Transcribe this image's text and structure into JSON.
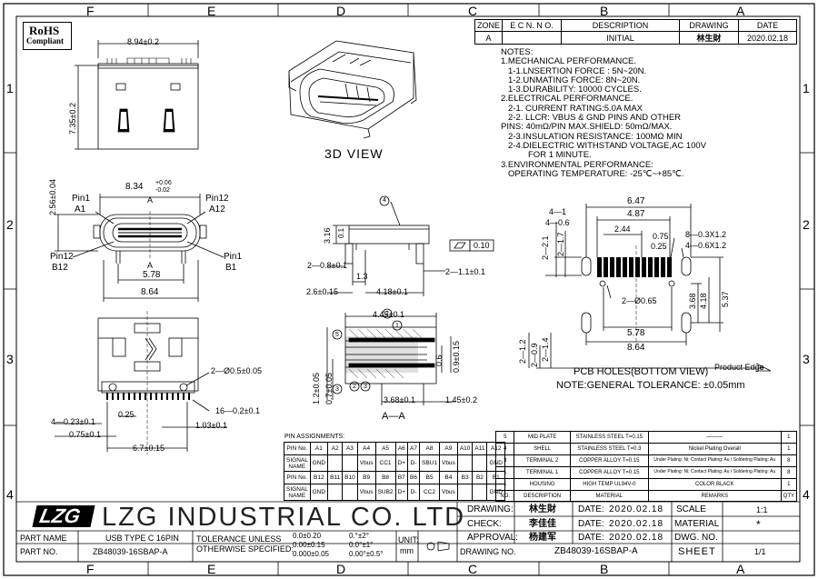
{
  "border": {
    "cols_top": [
      "F",
      "E",
      "D",
      "C",
      "B",
      "A"
    ],
    "cols_bottom": [
      "F",
      "E",
      "D",
      "C",
      "B",
      "A"
    ],
    "rows_left": [
      "1",
      "2",
      "3",
      "4"
    ],
    "rows_right": [
      "1",
      "2",
      "3",
      "4"
    ]
  },
  "rohs": {
    "line1": "RoHS",
    "line2": "Compliant"
  },
  "revision": {
    "headers": [
      "ZONE",
      "E C N. N O.",
      "DESCRIPTION",
      "DRAWING",
      "DATE"
    ],
    "row": [
      "A",
      "",
      "INITIAL",
      "林生財",
      "2020.02.18"
    ]
  },
  "notes": [
    "NOTES:",
    "1.MECHANICAL PERFORMANCE.",
    "  1-1.LNSERTION FORCE : 5N~20N.",
    "  1-2.UNMATING FORCE: 8N~20N.",
    "  1-3.DURABILITY: 10000 CYCLES.",
    "2.ELECTRICAL PERFORMANCE.",
    "  2-1. CURRENT RATING:5.0A MAX",
    "  2-2. LLCR: VBUS & GND PINS AND OTHER",
    "PINS: 40mΩ/PIN MAX.SHIELD: 50mΩ/MAX.",
    "  2-3.INSULATION RESISTANCE: 100MΩ  MIN",
    "  2-4.DIELECTRIC WITHSTAND VOLTAGE,AC 100V",
    "       FOR 1 MINUTE.",
    "3.ENVIRONMENTAL PERFORMANCE:",
    "  OPERATING TEMPERATURE: -25℃~+85℃."
  ],
  "views": {
    "view3d_label": "3D VIEW",
    "section_label": "A—A",
    "pcb_label": "PCB HOLES(BOTTOM VIEW)",
    "product_edge": "Product Edge",
    "tolerance_note": "NOTE:GENERAL TOLERANCE: ±0.05mm"
  },
  "dims": {
    "top_width": "8.94±0.2",
    "top_height": "7.35±0.2",
    "front_height": "2.56±0.04",
    "front_inner": "8.34",
    "front_inner_tol_up": "+0.06",
    "front_inner_tol_dn": "-0.02",
    "front_a_top": "A",
    "front_a_bot": "A",
    "pin1_top": "Pin1",
    "a1": "A1",
    "pin12_top": "Pin12",
    "a12": "A12",
    "pin12_bot": "Pin12",
    "b12": "B12",
    "pin1_bot": "Pin1",
    "b1": "B1",
    "front_578": "5.78",
    "front_864": "8.64",
    "side_circle4": "4",
    "side_316": "3.16",
    "side_01": "0.1",
    "side_flat": "0.10",
    "side_28": "2—0.8±0.1",
    "side_13": "1.3",
    "side_21": "2—1.1±0.1",
    "side_26": "2.6±0.15",
    "side_418": "4.18±0.1",
    "sec_445": "4.45±0.1",
    "sec_c2": "2",
    "sec_c1": "1",
    "sec_c3": "3",
    "sec_c5": "5",
    "sec_12": "1.2±0.05",
    "sec_07": "0.7±0.05",
    "sec_06": "0.6",
    "sec_09": "0.9±0.15",
    "sec_368": "3.68±0.1",
    "sec_145": "1.45±0.2",
    "bot_05": "2—Ø0.5±0.05",
    "bot_16": "16—0.2±0.1",
    "bot_025": "0.25",
    "bot_103": "1.03±0.1",
    "bot_04": "4—0.23±0.1",
    "bot_075": "0.75±0.1",
    "bot_67": "6.7±0.15",
    "pcb_647": "6.47",
    "pcb_487": "4.87",
    "pcb_41": "4—1",
    "pcb_406": "4—0.6",
    "pcb_244": "2.44",
    "pcb_075": "0.75",
    "pcb_025": "0.25",
    "pcb_803": "8—0.3X1.2",
    "pcb_406x": "4—0.6X1.2",
    "pcb_21": "2—2.1",
    "pcb_17": "2—1.7",
    "pcb_065": "2—Ø0.65",
    "pcb_368": "3.68",
    "pcb_418": "4.18",
    "pcb_537": "5.37",
    "pcb_578": "5.78",
    "pcb_864": "8.64",
    "pcb_212": "2—1.2",
    "pcb_209": "2—0.9",
    "pcb_214": "2—1.4"
  },
  "pin_assign": {
    "title": "PIN ASSIGNMENTS:",
    "row1": [
      "PIN No.",
      "A1",
      "A2",
      "A3",
      "A4",
      "A5",
      "A6",
      "A7",
      "A8",
      "A9",
      "A10",
      "A11",
      "A12"
    ],
    "row2": [
      "SIGNAL NAME",
      "GND",
      "",
      "",
      "Vbus",
      "CC1",
      "D+",
      "D-",
      "SBU1",
      "Vbus",
      "",
      "",
      "GND"
    ],
    "row3": [
      "PIN No.",
      "B12",
      "B11",
      "B10",
      "B9",
      "B8",
      "B7",
      "B6",
      "B5",
      "B4",
      "B3",
      "B2",
      "B1"
    ],
    "row4": [
      "SIGNAL NAME",
      "GND",
      "",
      "",
      "Vbus",
      "SUB2",
      "D+",
      "D-",
      "CC2",
      "Vbus",
      "",
      "",
      "GND"
    ]
  },
  "bom": {
    "rows": [
      [
        "5",
        "MID PLATE",
        "STAINLESS STEEL T=0.15",
        "———",
        "1"
      ],
      [
        "4",
        "SHELL",
        "STAINLESS STEEL T=0.3",
        "Nickel Plating Overall",
        "1"
      ],
      [
        "3",
        "TERMINAL 2",
        "COPPER ALLOY  T=0.15",
        "Under Plating: Ni; Contact Plating: Au / Soldering Plating: Au",
        "8"
      ],
      [
        "1",
        "TERMINAL 1",
        "COPPER ALLOY  T=0.15",
        "Under Plating: Ni; Contact Plating: Au / Soldering Plating: Au",
        "8"
      ],
      [
        "1",
        "HOUSING",
        "HIGH TEMP UL94V-0",
        "COLOR BLACK",
        "1"
      ]
    ],
    "header": [
      "NO.",
      "DESCRIPTION",
      "MATERIAL",
      "REMARKS",
      "QTY"
    ]
  },
  "title_block": {
    "logo": "LZG",
    "company": "LZG INDUSTRIAL CO. LTD",
    "drawing_label": "DRAWING:",
    "drawing_val": "林生財",
    "check_label": "CHECK:",
    "check_val": "李佳佳",
    "approval_label": "APPROVAL:",
    "approval_val": "杨建军",
    "date_label": "DATE:",
    "date_val": "2020.02.18",
    "scale_label": "SCALE",
    "scale_val": "1:1",
    "material_label": "MATERIAL",
    "material_val": "*",
    "dwg_label": "DWG. NO.",
    "sheet_label": "SHEET",
    "sheet_val": "1/1",
    "part_name_label": "PART NAME",
    "part_name_val": "USB TYPE C 16PIN",
    "part_no_label": "PART NO.",
    "part_no_val": "ZB48039-16SBAP-A",
    "tol_l1": "TOLERANCE UNLESS",
    "tol_l2": "OTHERWISE SPECIFIED:",
    "tol_a": "0.0±0.20",
    "tol_b": "0.00±0.15",
    "tol_c": "0.000±0.05",
    "ang_a": "0.°±2°",
    "ang_b": "0.0°±1°",
    "ang_c": "0.00°±0.5°",
    "unit_label": "UNIT:",
    "unit_val": "mm",
    "drawing_no_label": "DRAWING NO.",
    "drawing_no_val": "ZB48039-16SBAP-A"
  }
}
